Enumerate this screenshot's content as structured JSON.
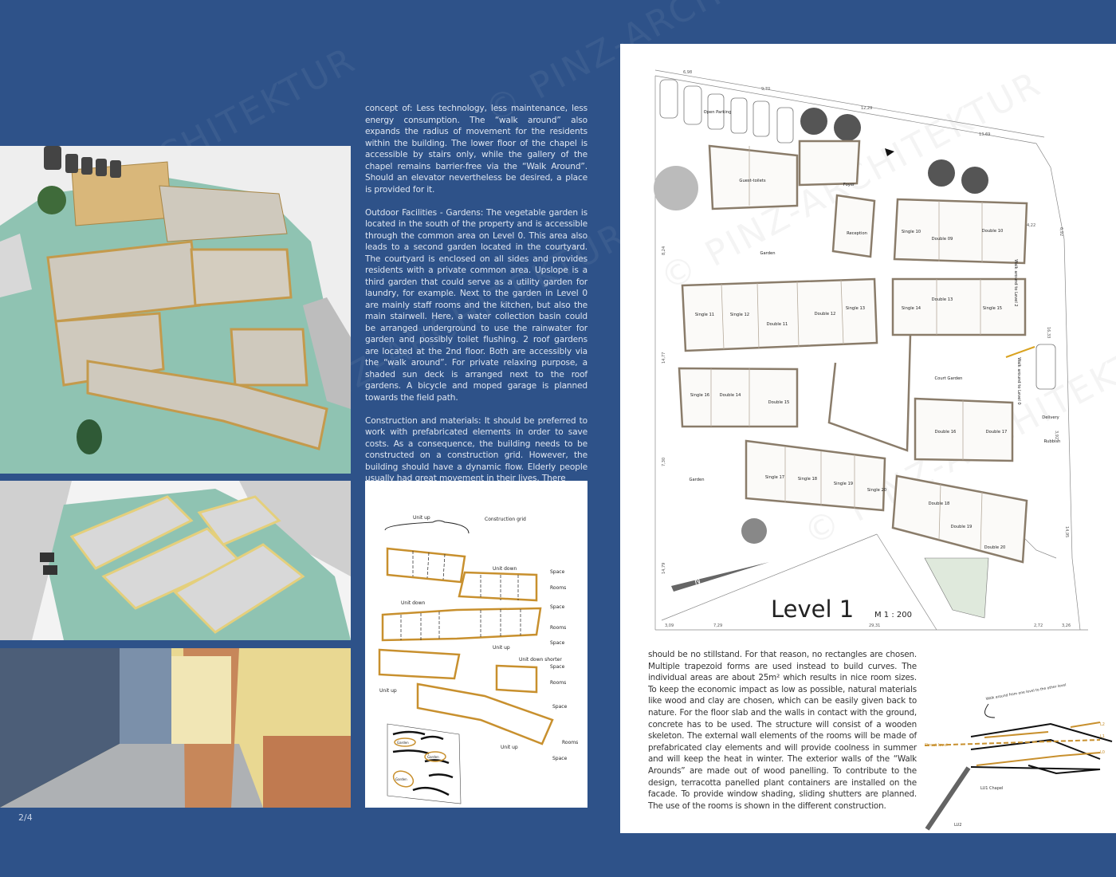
{
  "page_number": "2/4",
  "watermark": "© PINZ-ARCHITEKTUR",
  "colors": {
    "background": "#2e5289",
    "sheet": "#ffffff",
    "accent_wood": "#c8902e",
    "ground_teal": "#8fc3b2",
    "wall_plan": "#8a7c6a"
  },
  "text_column": {
    "paragraphs": [
      "concept of: Less technology, less maintenance, less energy consumption. The “walk around” also expands the radius of movement for the residents within the building. The lower floor of the chapel is accessible by stairs only, while the gallery of the chapel remains barrier-free via the “Walk Around”. Should an elevator nevertheless be desired, a place is provided for it.",
      "Outdoor Facilities - Gardens: The vegetable garden is located in the south of the property and is accessible through the common area on Level 0. This area also leads to a second garden located in the courtyard. The courtyard is enclosed on all sides and provides residents with a private common area. Upslope is a third garden that could serve as a utility garden for laundry, for example. Next to the garden in Level 0 are mainly staff rooms and the kitchen, but also the main stairwell. Here, a water collection basin could be arranged underground to use the rainwater for garden and possibly toilet flushing. 2 roof gardens are located at the 2nd floor. Both are accessibly via the “walk around”. For private relaxing purpose, a shaded sun deck is arranged next to the roof gardens. A bicycle and moped garage is planned towards the field path.",
      "Construction and materials: It should be preferred to work with prefabricated elements in order to save costs. As a consequence, the building needs to be constructed on a construction grid. However, the building should have a dynamic flow. Elderly people usually had great movement in their lives. There"
    ]
  },
  "sheet_text": "should be no stillstand. For that reason, no rectangles are chosen. Multiple trapezoid forms are used instead to build curves.  The individual areas are about 25m² which results in nice room sizes. To keep the economic impact as low as possible, natural materials like wood and clay are chosen, which can be easily given back to nature. For the floor slab and the walls in contact with the ground, concrete has to be used. The structure will consist of a wooden skeleton. The external wall elements of the rooms will be made of prefabricated clay elements and will provide coolness in summer and will keep the heat in winter. The exterior walls of the “Walk Arounds” are made out of wood panelling. To contribute to the design, terracotta panelled plant containers are installed on the facade. To provide window shading, sliding shutters are planned. The use of the rooms is shown in the different construction.",
  "plan": {
    "title": "Level 1",
    "scale": "M 1 : 200",
    "north_label": "N",
    "rooms": {
      "open_parking": "Open Parking",
      "guest_toilets": "Guest-toilets",
      "foyer": "Foyer",
      "reception": "Reception",
      "garden_upper": "Garden",
      "garden_lower": "Garden",
      "court_garden": "Court Garden",
      "delivery": "Delivery",
      "rubbish": "Rubbish",
      "single10": "Single 10",
      "double09": "Double 09",
      "double10": "Double 10",
      "single11": "Single 11",
      "single12": "Single 12",
      "double11": "Double 11",
      "double12": "Double 12",
      "single13": "Single 13",
      "single14": "Single 14",
      "double13": "Double 13",
      "single15": "Single 15",
      "single16": "Single 16",
      "double14": "Double 14",
      "double15": "Double 15",
      "double16": "Double 16",
      "double17": "Double 17",
      "single17": "Single 17",
      "single18": "Single 18",
      "single19": "Single 19",
      "single20": "Single 20",
      "double18": "Double 18",
      "double19": "Double 19",
      "double20": "Double 20"
    },
    "walk_labels": {
      "to_level2": "Walk around to Level 2",
      "to_level0": "Walk around to Level 0"
    },
    "dimensions": {
      "top1": "6,98",
      "top2": "9,70",
      "top3": "12,29",
      "top4": "13,69",
      "right1": "4,22",
      "right2": "6,92",
      "right3": "16,33",
      "right4": "3,92",
      "right5": "14,95",
      "left1": "8,24",
      "left2": "14,77",
      "left3": "7,30",
      "left4": "14,79",
      "bottom1": "3,09",
      "bottom2": "7,29",
      "bottom3": "29,31",
      "bottom4": "2,72",
      "bottom5": "3,26"
    }
  },
  "grid_sketch": {
    "title": "Construction grid",
    "unit_up": "Unit up",
    "unit_down": "Unit down",
    "unit_down_shorter": "Unit down shorter",
    "space": "Space",
    "rooms": "Rooms",
    "garden": "Garden"
  },
  "section_sketch": {
    "note": "Walk around from one level to the other level",
    "street_level": "Street level",
    "l2": "L2",
    "l1": "L1",
    "l0": "L0",
    "lu1_chapel": "LU1 Chapel",
    "lu2": "LU2"
  }
}
